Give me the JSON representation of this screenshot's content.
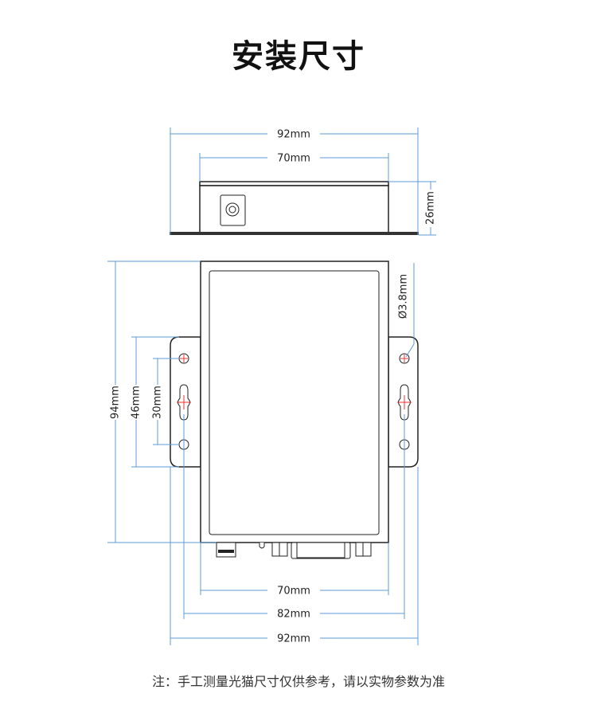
{
  "title": "安装尺寸",
  "top_view": {
    "width_outer": "92mm",
    "width_body": "70mm",
    "height": "26mm"
  },
  "front_view": {
    "height_total": "94mm",
    "ear_height": "46mm",
    "hole_spacing": "30mm",
    "hole_diameter": "Ø3.8mm",
    "width_body": "70mm",
    "hole_center_width": "82mm",
    "width_outer": "92mm"
  },
  "note": "注：手工测量光猫尺寸仅供参考，请以实物参数为准",
  "colors": {
    "dimension": "#5b9bd5",
    "outline": "#222222",
    "center_mark": "#ee3333"
  }
}
